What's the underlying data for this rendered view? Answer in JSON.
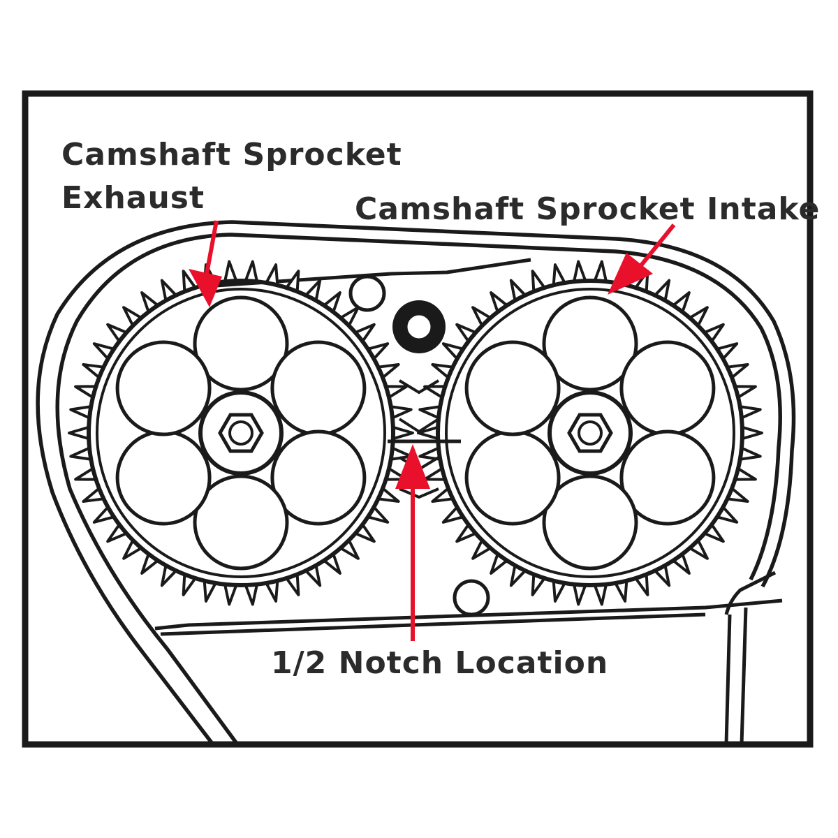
{
  "labels": {
    "exhaust_line1": "Camshaft Sprocket",
    "exhaust_line2": "Exhaust",
    "intake": "Camshaft Sprocket Intake",
    "notch": "1/2 Notch Location"
  },
  "colors": {
    "ink": "#1a1a1a",
    "arrow": "#e8102a",
    "background": "#ffffff"
  },
  "sprockets": [
    {
      "name": "exhaust",
      "teeth": 46
    },
    {
      "name": "intake",
      "teeth": 46
    }
  ]
}
